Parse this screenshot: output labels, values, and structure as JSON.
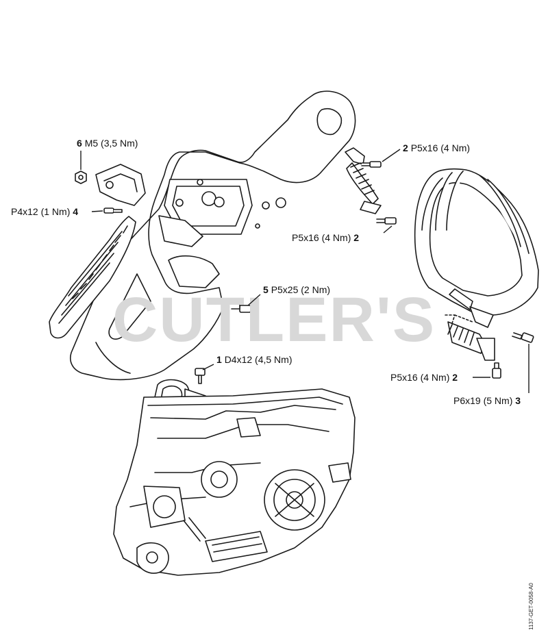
{
  "watermark": {
    "text": "CUTLER'S",
    "color": "#d8d8d8"
  },
  "document_id": "1137-GET-0058-A0",
  "callouts": [
    {
      "id": "c6",
      "number": "6",
      "label": "M5 (3,5 Nm)",
      "order": "num-first"
    },
    {
      "id": "c2a",
      "number": "2",
      "label": "P5x16 (4 Nm)",
      "order": "num-first"
    },
    {
      "id": "c4",
      "number": "4",
      "label": "P4x12 (1 Nm)",
      "order": "label-first"
    },
    {
      "id": "c2b",
      "number": "2",
      "label": "P5x16 (4 Nm)",
      "order": "label-first"
    },
    {
      "id": "c5",
      "number": "5",
      "label": "P5x25 (2 Nm)",
      "order": "num-first"
    },
    {
      "id": "c1",
      "number": "1",
      "label": "D4x12 (4,5 Nm)",
      "order": "num-first"
    },
    {
      "id": "c2c",
      "number": "2",
      "label": "P5x16 (4 Nm)",
      "order": "label-first"
    },
    {
      "id": "c3",
      "number": "3",
      "label": "P6x19 (5 Nm)",
      "order": "label-first"
    }
  ],
  "colors": {
    "line": "#1a1a1a",
    "fill": "#ffffff",
    "watermark": "#d8d8d8"
  }
}
